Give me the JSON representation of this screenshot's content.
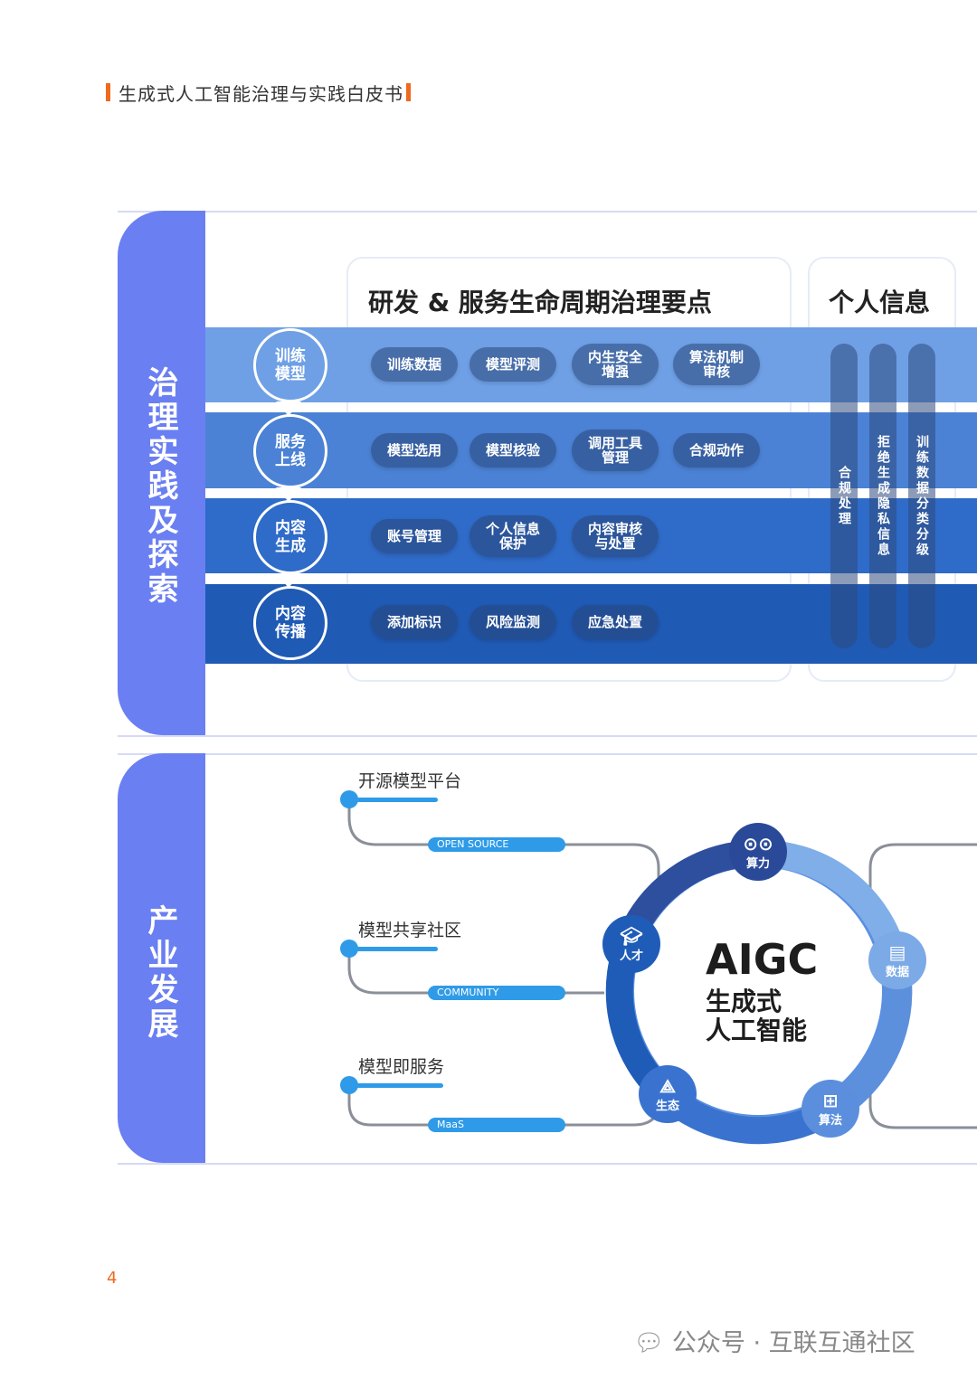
{
  "header": {
    "title": "生成式人工智能治理与实践白皮书"
  },
  "section1": {
    "side_label": "治理实践及探索",
    "card_title": "研发 & 服务生命周期治理要点",
    "right_title": "个人信息",
    "stages": [
      {
        "label": "训练模型",
        "items": [
          "训练数据",
          "模型评测",
          "内生安全增强",
          "算法机制审核"
        ]
      },
      {
        "label": "服务上线",
        "items": [
          "模型选用",
          "模型核验",
          "调用工具管理",
          "合规动作"
        ]
      },
      {
        "label": "内容生成",
        "items": [
          "账号管理",
          "个人信息保护",
          "内容审核与处置"
        ]
      },
      {
        "label": "内容传播",
        "items": [
          "添加标识",
          "风险监测",
          "应急处置"
        ]
      }
    ],
    "personal_columns": [
      "合规处理",
      "拒绝生成隐私信息",
      "训练数据分类分级"
    ],
    "band_colors": [
      "#6fa0e6",
      "#4b82d5",
      "#2f6bc8",
      "#1f5ab5"
    ]
  },
  "section2": {
    "side_label": "产业发展",
    "platforms": [
      {
        "title": "开源模型平台",
        "tag": "OPEN SOURCE"
      },
      {
        "title": "模型共享社区",
        "tag": "COMMUNITY"
      },
      {
        "title": "模型即服务",
        "tag": "MaaS"
      }
    ],
    "center": {
      "line1": "AIGC",
      "line2": "生成式",
      "line3": "人工智能"
    },
    "nodes": [
      {
        "label": "算力",
        "icon": "chip-icon"
      },
      {
        "label": "数据",
        "icon": "database-icon"
      },
      {
        "label": "算法",
        "icon": "algorithm-icon"
      },
      {
        "label": "生态",
        "icon": "ecosystem-icon"
      },
      {
        "label": "人才",
        "icon": "graduation-cap-icon"
      }
    ]
  },
  "footer": {
    "page_number": "4",
    "watermark": "公众号 · 互联互通社区"
  }
}
